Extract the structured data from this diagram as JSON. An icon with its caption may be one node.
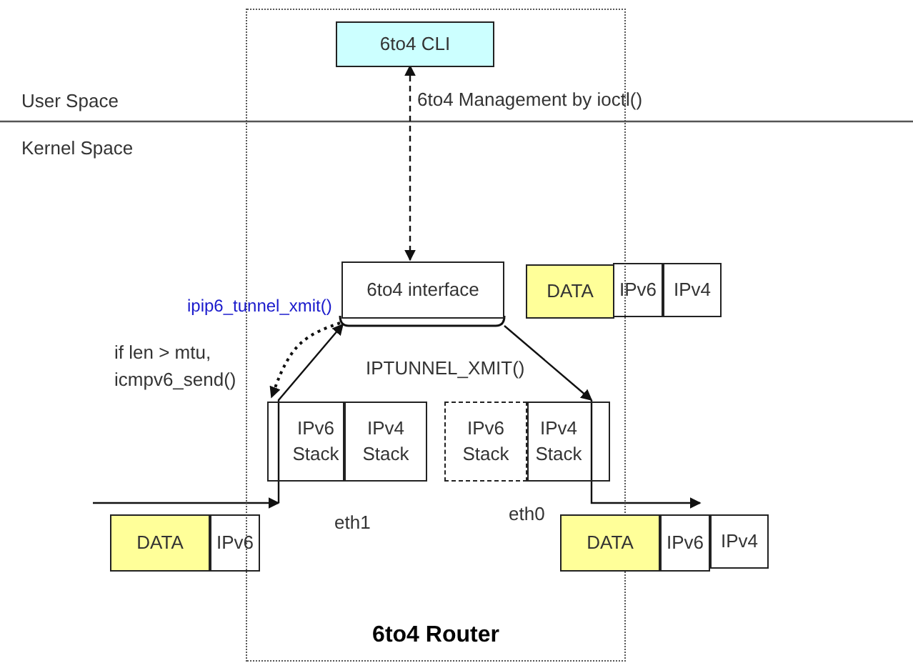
{
  "diagram": {
    "nodes": [
      {
        "text": [
          "6to4 Router"
        ]
      },
      {
        "text": [
          "6to4 CLI"
        ],
        "in": 0
      },
      {
        "text": [
          "6to4 interface"
        ],
        "in": 0
      },
      {
        "text": [
          "IPv6 Stack"
        ],
        "in": 0
      },
      {
        "text": [
          "IPv4 Stack"
        ],
        "in": 0
      },
      {
        "text": [
          "IPv6 Stack"
        ],
        "in": 0
      },
      {
        "text": [
          "IPv4 Stack"
        ],
        "in": 0
      },
      {
        "text": [
          "DATA"
        ],
        "in": 0
      },
      {
        "text": [
          "IPv6"
        ]
      },
      {
        "text": [
          "IPv4"
        ]
      },
      {
        "text": [
          "DATA"
        ]
      },
      {
        "text": [
          "IPv6"
        ]
      },
      {
        "text": [
          "DATA"
        ]
      },
      {
        "text": [
          "IPv6"
        ]
      },
      {
        "text": [
          "IPv4"
        ]
      }
    ],
    "edges": [
      {
        "from": 1,
        "to": 2,
        "arrow": "both",
        "style": "dashed",
        "label": "6to4 Management by ioctl()"
      },
      {
        "from": null,
        "to": 3,
        "arrow": "to"
      },
      {
        "from": 3,
        "to": 2,
        "arrow": "to"
      },
      {
        "from": 2,
        "to": 6,
        "arrow": "to",
        "label": "IPTUNNEL_XMIT()"
      },
      {
        "from": 6,
        "to": 13,
        "arrow": "to"
      },
      {
        "from": 2,
        "to": 3,
        "arrow": "to",
        "style": "dashed",
        "label": "if len > mtu, icmpv6_send()"
      }
    ],
    "labels": [
      "User Space",
      "Kernel Space",
      "ipip6_tunnel_xmit()",
      "eth1",
      "eth0"
    ]
  }
}
